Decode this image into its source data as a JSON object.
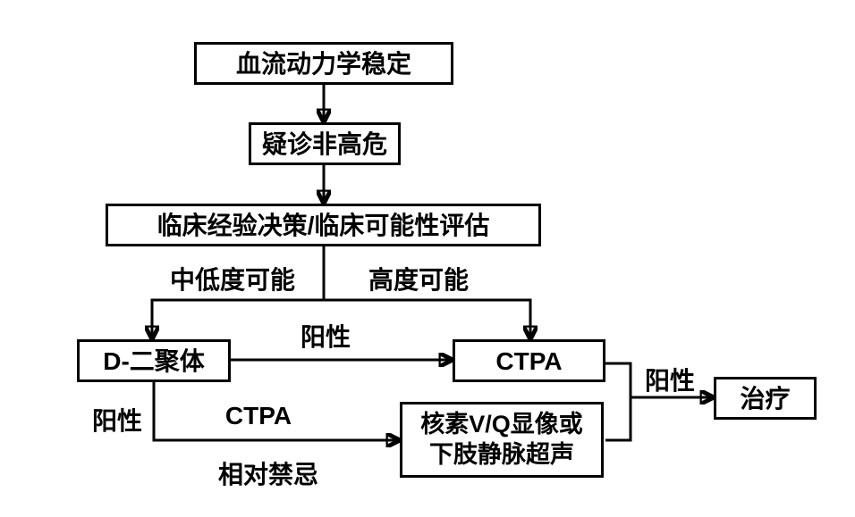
{
  "diagram": {
    "colors": {
      "line": "#000000",
      "background": "#ffffff",
      "text": "#000000"
    },
    "nodes": {
      "hemodynamically_stable": {
        "label": "血流动力学稳定"
      },
      "suspected_non_high_risk": {
        "label": "疑诊非高危"
      },
      "clinical_assessment": {
        "label": "临床经验决策/临床可能性评估"
      },
      "d_dimer": {
        "label": "D-二聚体"
      },
      "ctpa": {
        "label": "CTPA"
      },
      "vq_scan_or_ultrasound": {
        "lines": [
          "核素V/Q显像或",
          "下肢静脉超声"
        ]
      },
      "treatment": {
        "label": "治疗"
      }
    },
    "edge_labels": {
      "low_to_moderate_probability": "中低度可能",
      "high_probability": "高度可能",
      "positive_d_dimer_to_ctpa": "阳性",
      "positive_d_dimer_left": "阳性",
      "ctpa_contraindicated_line1": "CTPA",
      "ctpa_contraindicated_line2": "相对禁忌",
      "positive_to_treatment": "阳性"
    }
  }
}
